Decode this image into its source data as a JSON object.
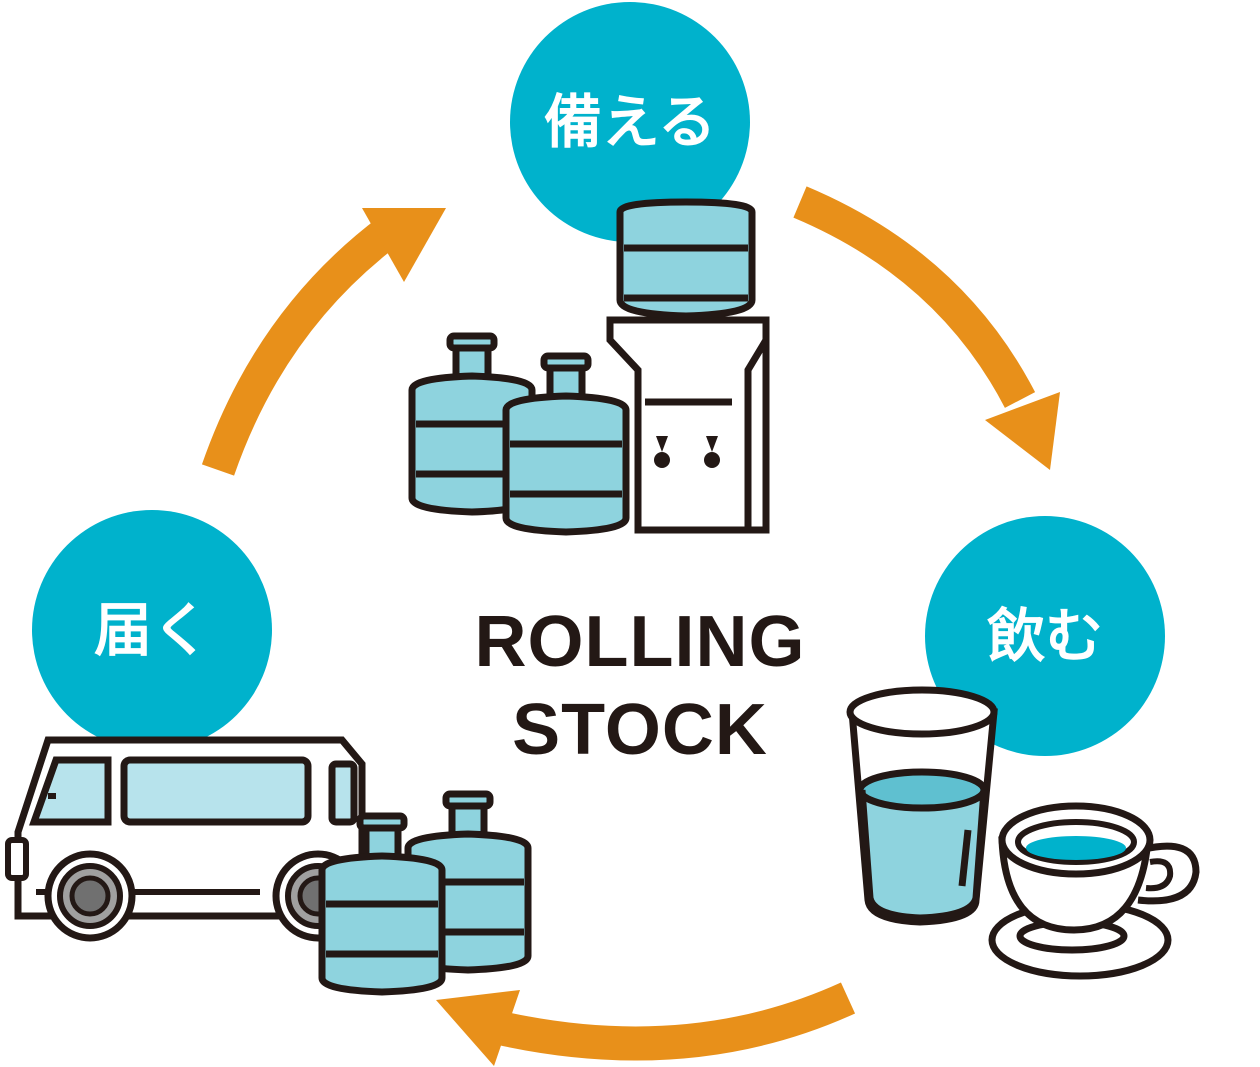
{
  "stages": {
    "prepare": {
      "label": "備える"
    },
    "drink": {
      "label": "飲む"
    },
    "deliver": {
      "label": "届く"
    }
  },
  "center": {
    "line1": "ROLLING",
    "line2": "STOCK"
  },
  "colors": {
    "circle": "#00b2cc",
    "arrow": "#e8901a",
    "bottle_fill": "#8ed3de",
    "water_dark": "#5fc0d0",
    "outline": "#231815"
  },
  "icons": [
    "water-server-icon",
    "water-bottle-icon",
    "glass-of-water-icon",
    "coffee-cup-icon",
    "delivery-van-icon"
  ]
}
